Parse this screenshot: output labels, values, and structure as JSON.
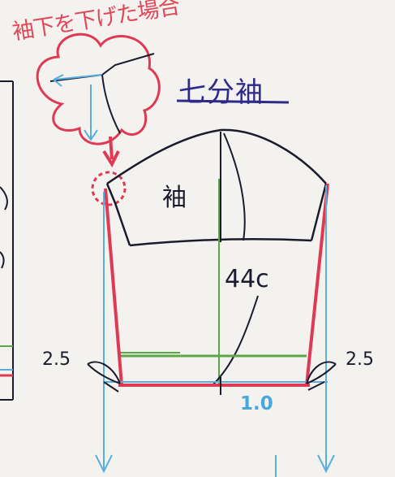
{
  "note": {
    "text": "袖下を下げた場合",
    "color": "#e0485a"
  },
  "title": {
    "text": "七分袖",
    "color": "#2d2a8a"
  },
  "part_label": {
    "text": "袖"
  },
  "length_label": {
    "text": "44c"
  },
  "extension_left": {
    "text": "2.5"
  },
  "extension_right": {
    "text": "2.5"
  },
  "hem_width": {
    "text": "1.0",
    "color": "#48a7dd"
  },
  "colors": {
    "pencil": "#1b1b2e",
    "pink": "#de3a53",
    "blue": "#58aee0",
    "green": "#5aa845",
    "paper": "#f3f2ee"
  }
}
